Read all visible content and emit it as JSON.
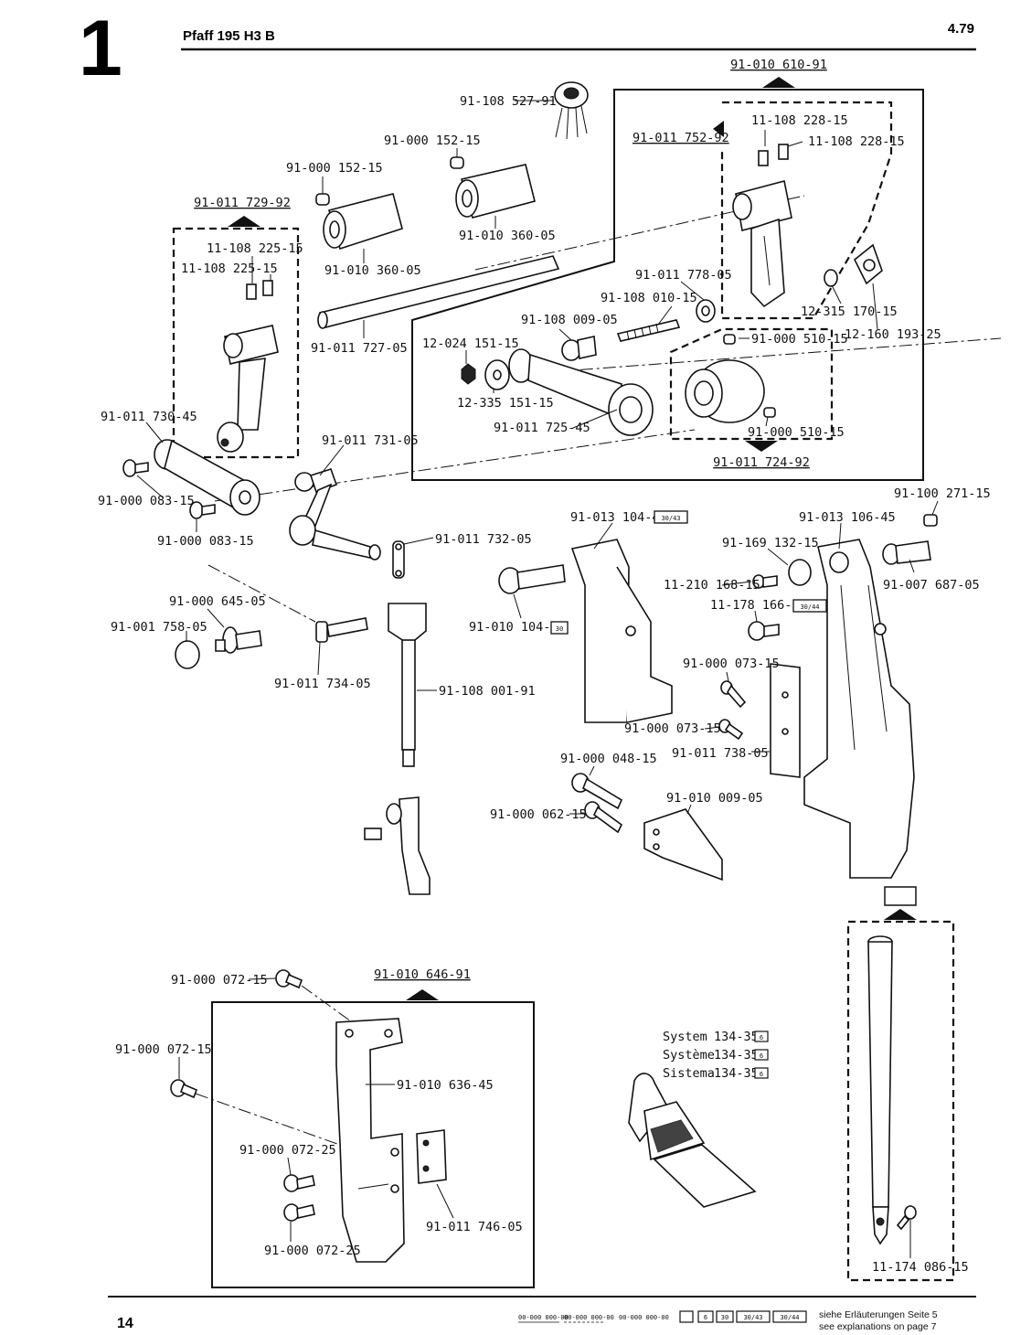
{
  "header": {
    "group_number": "1",
    "title": "Pfaff 195 H3 B",
    "date": "4.79"
  },
  "assemblies": {
    "top_right": "91-010 610-91",
    "inner_right": "91-011 752-92",
    "left": "91-011 729-92",
    "lower_right": "91-011 724-92",
    "bottom_left": "91-010 646-91"
  },
  "parts": {
    "p01": "91-108 527-91",
    "p02": "91-000 152-15",
    "p03": "91-000 152-15",
    "p04": "91-010 360-05",
    "p05": "91-010 360-05",
    "p06": "11-108 228-15",
    "p07": "11-108 228-15",
    "p08": "11-108 225-15",
    "p09": "11-108 225-15",
    "p10": "91-011 778-05",
    "p11": "91-108 010-15",
    "p12": "12-315 170-15",
    "p13": "12-160 193-25",
    "p14": "91-108 009-05",
    "p15": "91-011 727-05",
    "p16": "12-024 151-15",
    "p17": "91-000 510-15",
    "p18": "12-335 151-15",
    "p19": "91-011 725-45",
    "p20": "91-000 510-15",
    "p21": "91-011 730-45",
    "p22": "91-011 731-05",
    "p23": "91-000 083-15",
    "p24": "91-000 083-15",
    "p25": "91-100 271-15",
    "p26": "91-013 104-45",
    "p27": "91-013 106-45",
    "p28": "91-011 732-05",
    "p29": "91-169 132-15",
    "p30": "91-007 687-05",
    "p31": "11-210 168-15",
    "p32": "11-178 166-15",
    "p33": "91-000 645-05",
    "p34": "91-001 758-05",
    "p35": "91-010 104-05",
    "p36": "91-011 734-05",
    "p37": "91-000 073-15",
    "p38": "91-108 001-91",
    "p39": "91-000 073-15",
    "p40": "91-011 738-05",
    "p41": "91-000 048-15",
    "p42": "91-010 009-05",
    "p43": "91-000 062-15",
    "p44": "91-000 072-15",
    "p45": "91-000 072-15",
    "p46": "91-010 636-45",
    "p47": "91-000 072-25",
    "p48": "91-000 072-25",
    "p49": "91-011 746-05",
    "p50": "11-174 086-15"
  },
  "badges": {
    "b26": "30/43",
    "b32": "30/44",
    "b35": "30"
  },
  "needle_system": {
    "rows": [
      {
        "label": "System",
        "value": "134-35",
        "badge": "6"
      },
      {
        "label": "Système",
        "value": "134-35",
        "badge": "6"
      },
      {
        "label": "Sistema",
        "value": "134-35",
        "badge": "6"
      }
    ]
  },
  "footer": {
    "page_number": "14",
    "codes": [
      "00-000 000-00",
      "00-000 000-00",
      "00-000 000-00"
    ],
    "legend_badges": [
      "6",
      "30",
      "30/43",
      "30/44"
    ],
    "note_de": "siehe Erläuterungen Seite 5",
    "note_en": "see explanations on page 7"
  }
}
